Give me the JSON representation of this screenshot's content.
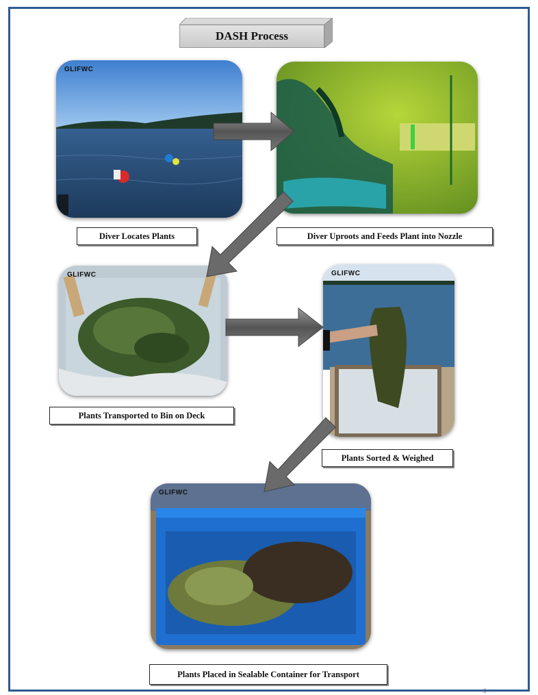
{
  "title": "DASH Process",
  "credit": "GLIFWC",
  "steps": [
    {
      "caption": "Diver Locates Plants",
      "credit": "GLIFWC"
    },
    {
      "caption": "Diver Uproots and Feeds Plant into Nozzle",
      "credit": ""
    },
    {
      "caption": "Plants Transported to Bin on Deck",
      "credit": "GLIFWC"
    },
    {
      "caption": "Plants Sorted & Weighed",
      "credit": "GLIFWC"
    },
    {
      "caption": "Plants Placed in Sealable Container for Transport",
      "credit": "GLIFWC"
    }
  ],
  "page_number": "6",
  "colors": {
    "frame": "#2e5a93",
    "arrow": "#6b6b6b"
  }
}
